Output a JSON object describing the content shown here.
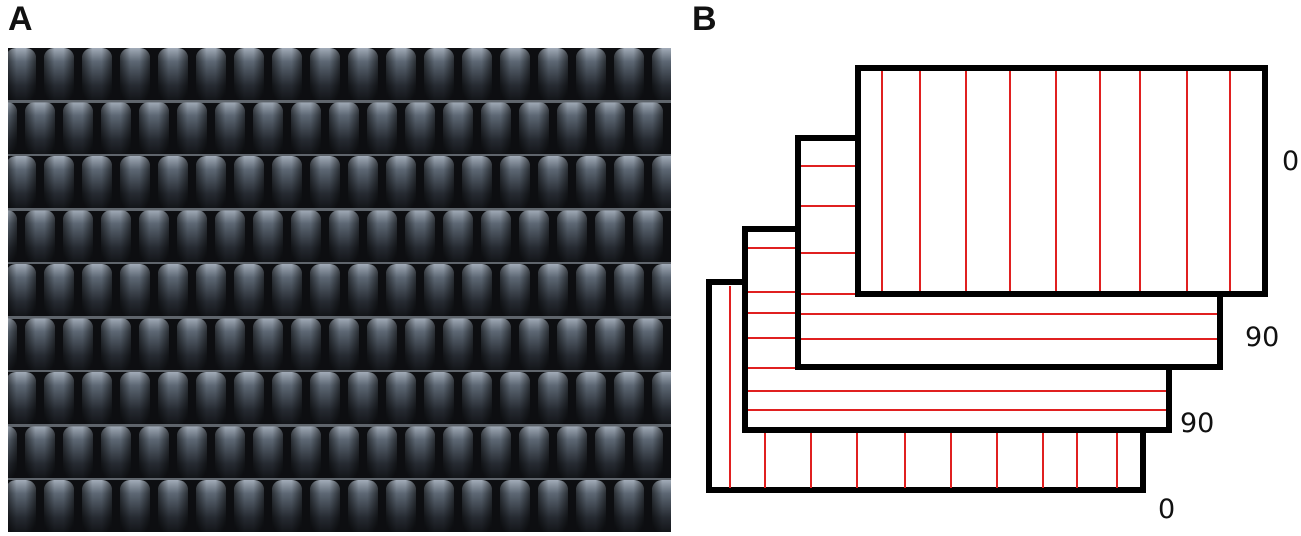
{
  "panels": {
    "a": {
      "label": "A"
    },
    "b": {
      "label": "B"
    }
  },
  "plies": [
    {
      "id": "ply-1-top",
      "orientation_label": "0",
      "fiber_direction": "vertical"
    },
    {
      "id": "ply-2",
      "orientation_label": "90",
      "fiber_direction": "horizontal"
    },
    {
      "id": "ply-3",
      "orientation_label": "90",
      "fiber_direction": "horizontal"
    },
    {
      "id": "ply-4-bottom",
      "orientation_label": "0",
      "fiber_direction": "vertical"
    }
  ],
  "colors": {
    "fiber_line": "#e02020",
    "ply_border": "#000000",
    "weave_dark": "#14161a",
    "weave_light": "#c8d2de"
  }
}
